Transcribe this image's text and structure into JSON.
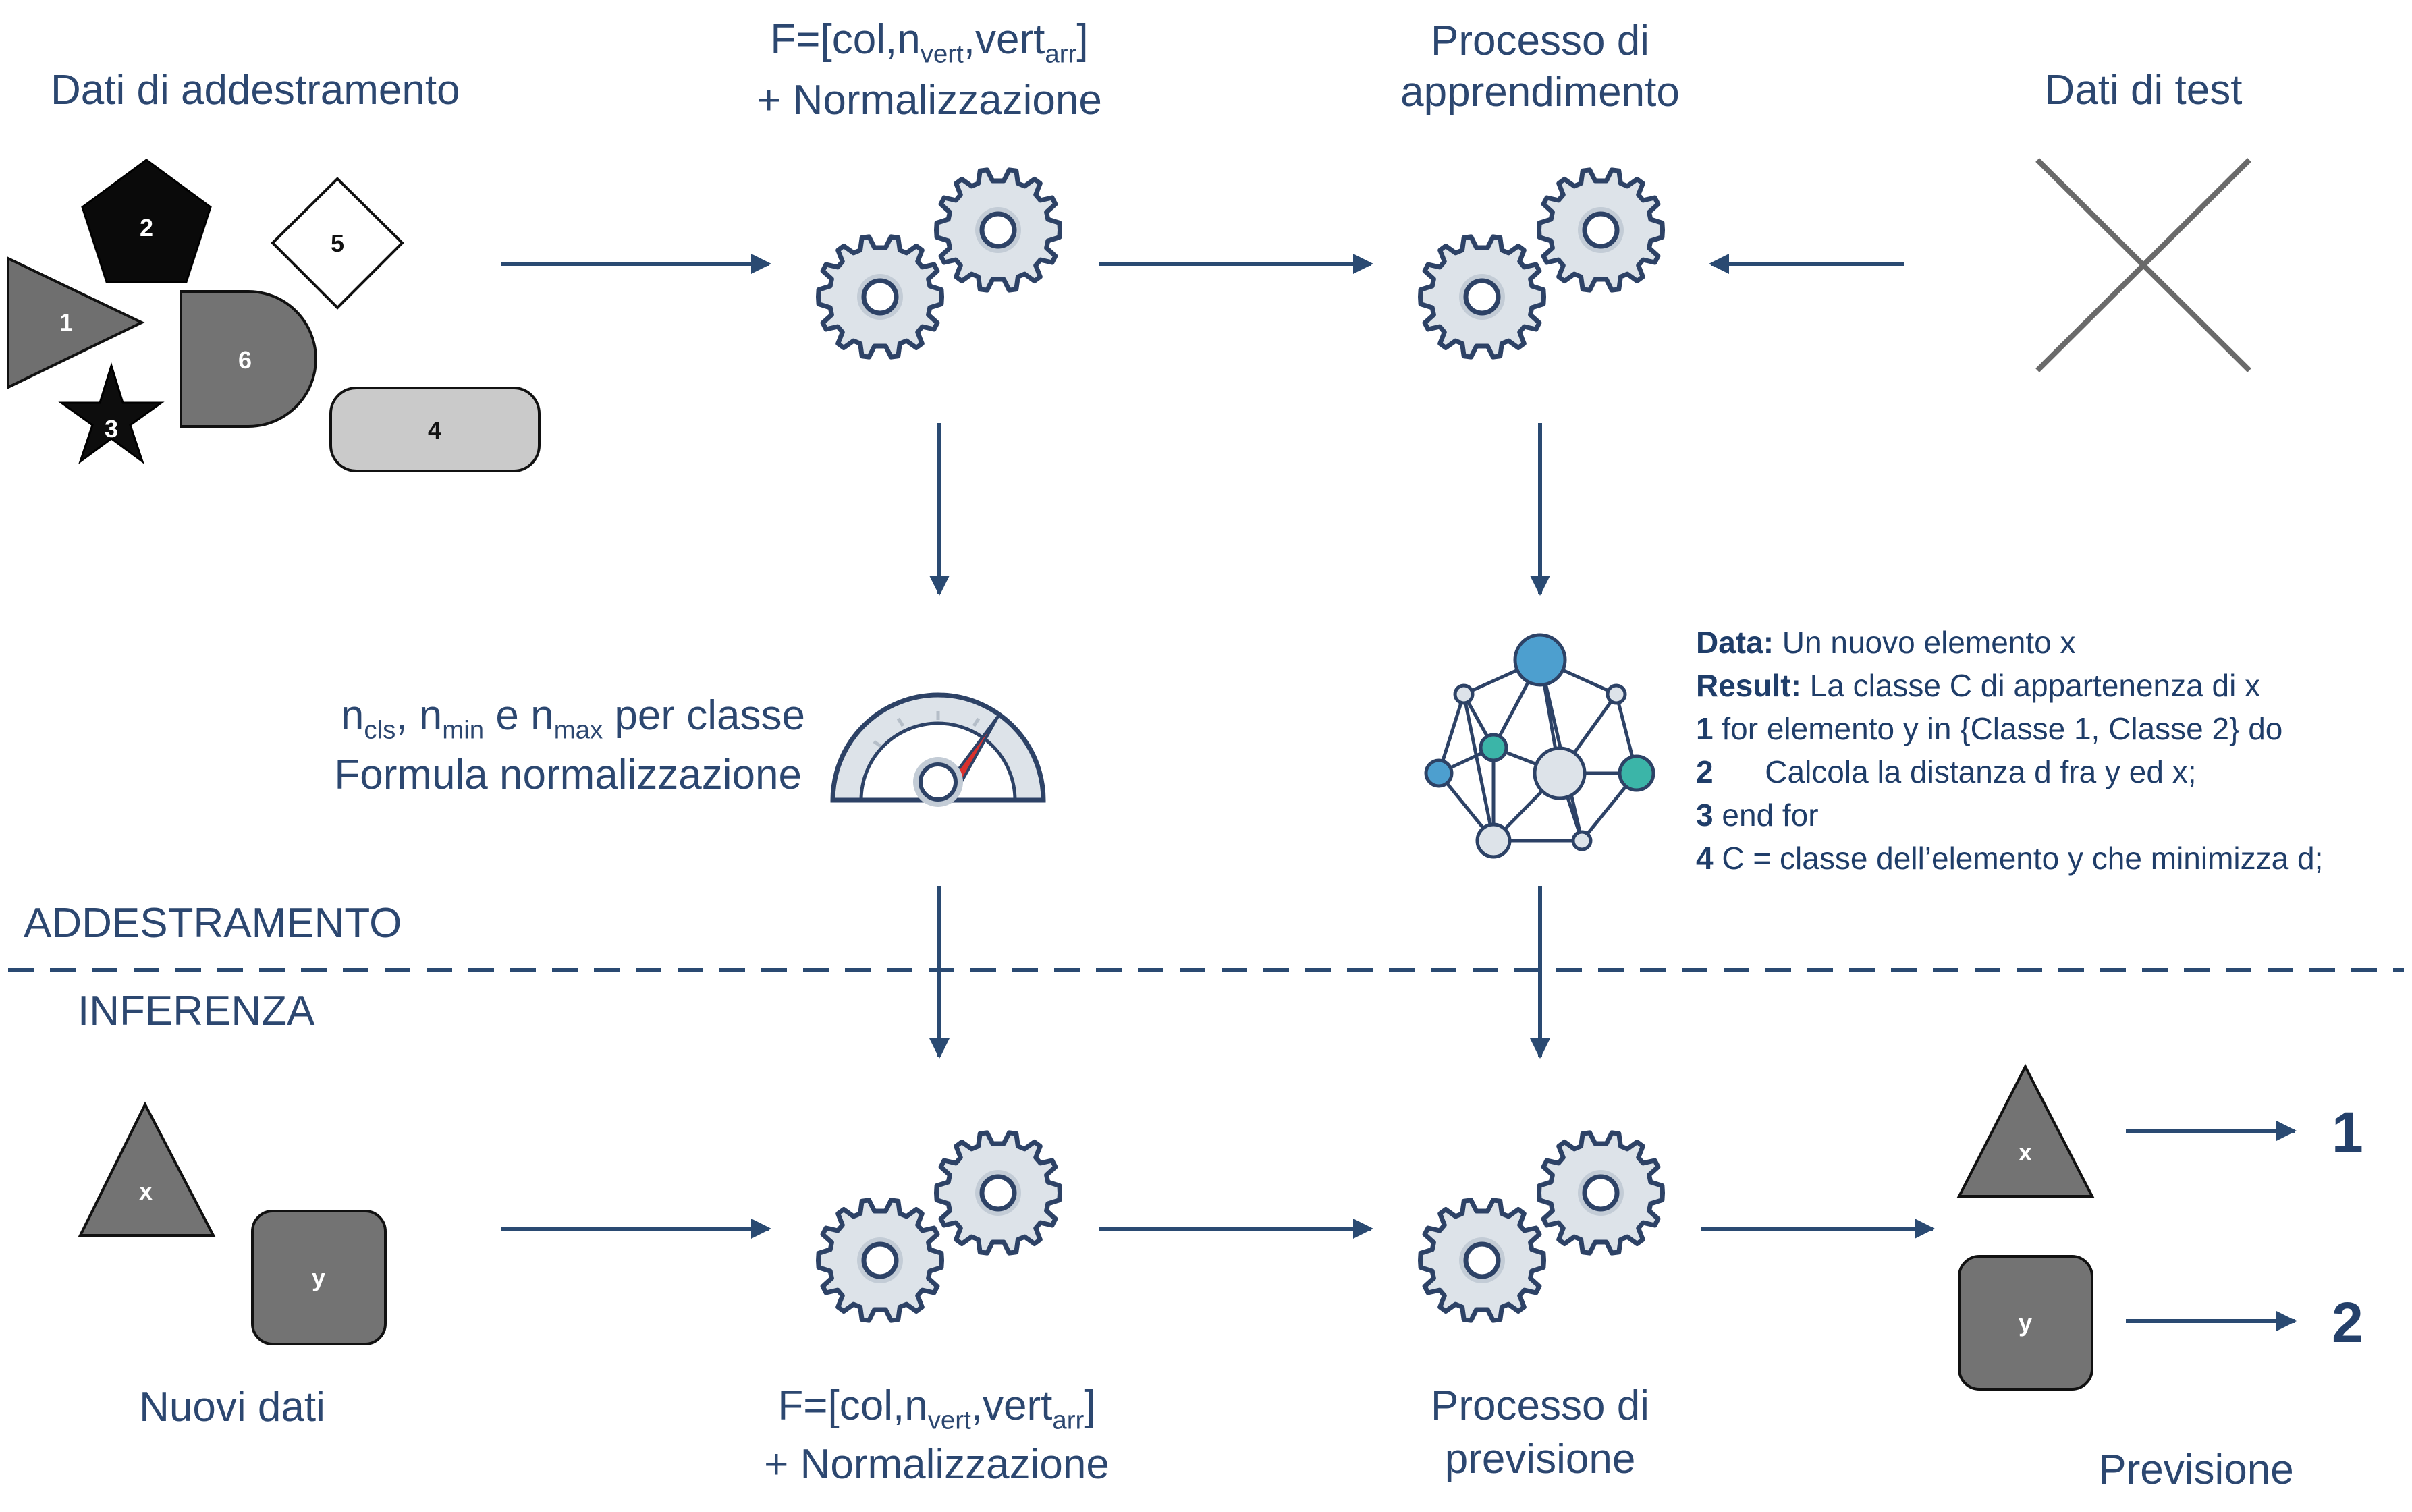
{
  "labels": {
    "training_data": "Dati di addestramento",
    "features_top": "F=[col,n<sub>vert</sub>,vert<sub>arr</sub>]",
    "features_top_line2": "+ Normalizzazione",
    "learning_line1": "Processo di",
    "learning_line2": "apprendimento",
    "test_data": "Dati di test",
    "norm_line1": "n<sub>cls</sub>, n<sub>min</sub> e n<sub>max</sub> per classe",
    "norm_line2": "Formula normalizzazione",
    "addestramento": "ADDESTRAMENTO",
    "inferenza": "INFERENZA",
    "new_data": "Nuovi dati",
    "features_bottom": "F=[col,n<sub>vert</sub>,vert<sub>arr</sub>]",
    "features_bottom_line2": "+ Normalizzazione",
    "prediction_line1": "Processo di",
    "prediction_line2": "previsione",
    "prevision": "Previsione"
  },
  "algorithm": [
    {
      "key": "Data:",
      "text": " Un nuovo elemento x"
    },
    {
      "key": "Result:",
      "text": " La classe C di appartenenza di x"
    },
    {
      "key": "1",
      "text": " for elemento y in {Classe 1, Classe 2} do"
    },
    {
      "key": "2",
      "text": "      Calcola la distanza d fra y ed x;"
    },
    {
      "key": "3",
      "text": " end for"
    },
    {
      "key": "4",
      "text": " C = classe dell’elemento y che minimizza d;"
    }
  ],
  "training_shapes": {
    "triangle": "1",
    "pentagon": "2",
    "star": "3",
    "rounded_rect": "4",
    "diamond": "5",
    "d_shape": "6"
  },
  "new_shapes": {
    "triangle": "x",
    "square": "y"
  },
  "predictions": [
    {
      "shape": "x",
      "class": "1"
    },
    {
      "shape": "y",
      "class": "2"
    }
  ],
  "colors": {
    "text": "#2c4770",
    "arrow": "#2a4a72",
    "gear_fill": "#dde3e9",
    "gear_stroke": "#2d4266",
    "accent_blue": "#4d9fcf",
    "accent_teal": "#3bb5a8",
    "needle_red": "#d9302c"
  }
}
